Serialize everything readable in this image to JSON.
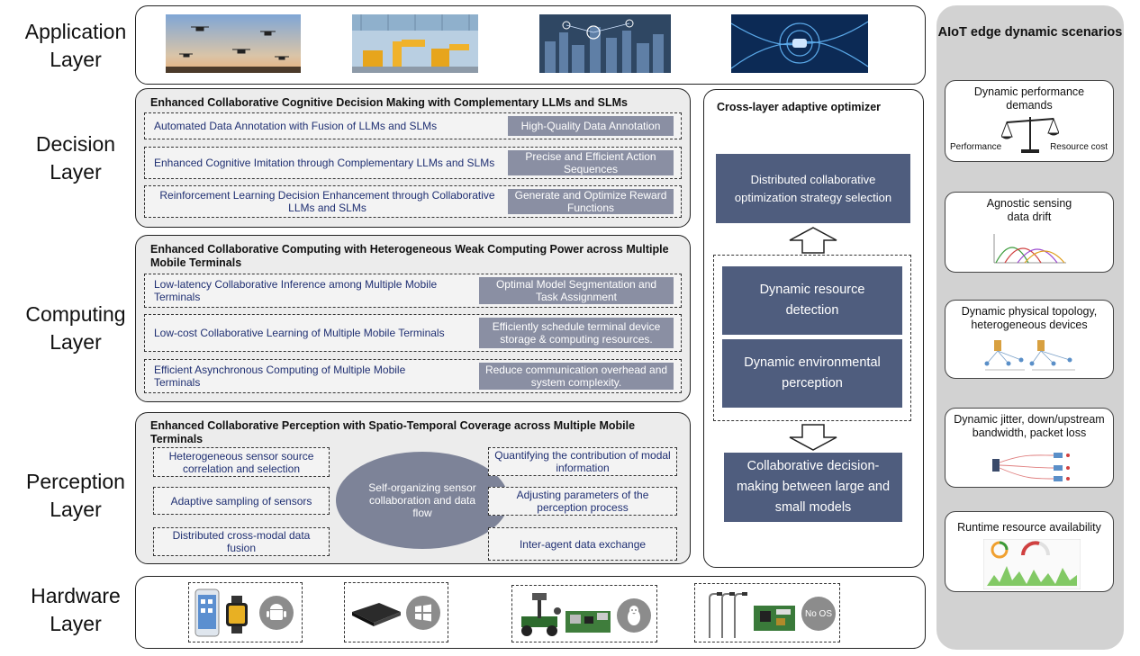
{
  "layers": {
    "application": [
      "Application",
      "Layer"
    ],
    "decision": [
      "Decision",
      "Layer"
    ],
    "computing": [
      "Computing",
      "Layer"
    ],
    "perception": [
      "Perception",
      "Layer"
    ],
    "hardware": [
      "Hardware",
      "Layer"
    ]
  },
  "decision": {
    "title": "Enhanced Collaborative Cognitive Decision Making with Complementary LLMs and SLMs",
    "rows": [
      {
        "text": "Automated Data Annotation with Fusion of LLMs and SLMs",
        "box": "High-Quality Data Annotation"
      },
      {
        "text": "Enhanced Cognitive Imitation through Complementary LLMs and SLMs",
        "box": "Precise and Efficient Action Sequences"
      },
      {
        "text": "Reinforcement Learning Decision Enhancement through Collaborative LLMs and SLMs",
        "box": "Generate and Optimize Reward Functions"
      }
    ]
  },
  "computing": {
    "title": "Enhanced Collaborative Computing with Heterogeneous Weak Computing Power across Multiple Mobile Terminals",
    "rows": [
      {
        "text": "Low-latency Collaborative Inference among Multiple Mobile Terminals",
        "box": "Optimal Model Segmentation and Task Assignment"
      },
      {
        "text": "Low-cost Collaborative Learning of Multiple Mobile Terminals",
        "box": "Efficiently schedule terminal device storage & computing resources."
      },
      {
        "text": "Efficient Asynchronous Computing of Multiple Mobile Terminals",
        "box": "Reduce communication overhead and system complexity."
      }
    ]
  },
  "perception": {
    "title": "Enhanced Collaborative Perception with Spatio-Temporal Coverage across Multiple Mobile Terminals",
    "left": [
      "Heterogeneous sensor source correlation and selection",
      "Adaptive sampling of sensors",
      "Distributed cross-modal data fusion"
    ],
    "center": "Self-organizing sensor collaboration and data flow",
    "right": [
      "Quantifying the contribution of modal information",
      "Adjusting parameters of the perception process",
      "Inter-agent data exchange"
    ]
  },
  "optimizer": {
    "title": "Cross-layer adaptive optimizer",
    "strategy": "Distributed collaborative optimization strategy selection",
    "resource": "Dynamic resource detection",
    "environment": "Dynamic environmental perception",
    "decision": "Collaborative decision-making between large and small models"
  },
  "hardware": {
    "os_badge": "No OS",
    "icons": [
      "android-icon",
      "windows-icon",
      "linux-icon"
    ]
  },
  "scenarios": {
    "title": "AIoT edge dynamic scenarios",
    "cards": [
      {
        "title": "Dynamic performance demands",
        "left": "Performance",
        "right": "Resource cost"
      },
      {
        "title": "Agnostic sensing data drift"
      },
      {
        "title": "Dynamic physical topology, heterogeneous devices"
      },
      {
        "title": "Dynamic jitter, down/upstream bandwidth, packet loss"
      },
      {
        "title": "Runtime resource availability"
      }
    ]
  },
  "colors": {
    "navy": "#4f5d7e",
    "slate": "#8a8fa3",
    "text_blue": "#1f2f72",
    "panel_gray": "#ececec",
    "side_gray": "#d2d2d2"
  }
}
